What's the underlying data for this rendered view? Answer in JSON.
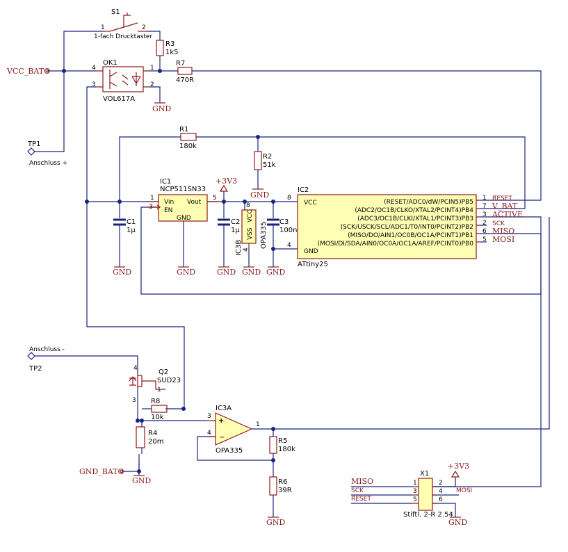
{
  "nets": {
    "vcc_bat": "VCC_BATO",
    "gnd_bat": "GND_BATO",
    "gnd": "GND",
    "v33": "+3V3",
    "reset": "RESET",
    "vbat": "V_BAT",
    "active": "ACTIVE",
    "sck": "SCK",
    "miso": "MISO",
    "mosi": "MOSI"
  },
  "testpoints": {
    "tp1": {
      "name": "TP1",
      "label": "Anschluss +"
    },
    "tp2": {
      "name": "TP2",
      "label": "Anschluss -"
    }
  },
  "parts": {
    "s1": {
      "ref": "S1",
      "value": "1-fach Drucktaster"
    },
    "ok1": {
      "ref": "OK1",
      "value": "VOL617A"
    },
    "r1": {
      "ref": "R1",
      "value": "180k"
    },
    "r2": {
      "ref": "R2",
      "value": "51k"
    },
    "r3": {
      "ref": "R3",
      "value": "1k5"
    },
    "r4": {
      "ref": "R4",
      "value": "20m"
    },
    "r5": {
      "ref": "R5",
      "value": "180k"
    },
    "r6": {
      "ref": "R6",
      "value": "39R"
    },
    "r7": {
      "ref": "R7",
      "value": "470R"
    },
    "r8": {
      "ref": "R8",
      "value": "10k"
    },
    "c1": {
      "ref": "C1",
      "value": "1µ"
    },
    "c2": {
      "ref": "C2",
      "value": "1µ"
    },
    "c3": {
      "ref": "C3",
      "value": "100n"
    },
    "ic1": {
      "ref": "IC1",
      "value": "NCP511SN33",
      "vin": "Vin",
      "en": "EN",
      "vout": "Vout",
      "gnd": "GND"
    },
    "ic2": {
      "ref": "IC2",
      "value": "ATtiny25",
      "vcc": "VCC",
      "gnd": "GND"
    },
    "ic3a": {
      "ref": "IC3A",
      "value": "OPA335"
    },
    "ic3b": {
      "ref": "IC3B",
      "value": "OPA335",
      "vcc": "VCC",
      "vss": "VSS"
    },
    "q2": {
      "ref": "Q2",
      "value": "SUD23"
    },
    "x1": {
      "ref": "X1",
      "value": "Stiftl. 2-R 2.54"
    }
  },
  "ic2_pins": [
    {
      "num": "1",
      "label": "(RESET/ADC0/dW/PCIN5)PB5"
    },
    {
      "num": "7",
      "label": "(ADC2/OC1B/CLKO/XTAL2/PCINT4)PB4"
    },
    {
      "num": "3",
      "label": "(ADC3/OC1B/CLKI/XTAL1/PCINT3)PB3"
    },
    {
      "num": "2",
      "label": "(SCK/USCK/SCL/ADC1/T0/INT0/PCINT2)PB2"
    },
    {
      "num": "6",
      "label": "(MISO/DO/AIN1/OC0B/OC1A/PCINT1)PB1"
    },
    {
      "num": "5",
      "label": "(MOSI/DI/SDA/AIN0/OC0A/OC1A/AREF/PCINT0)PB0"
    }
  ],
  "pin_numbers": {
    "s1_1": "1",
    "s1_2": "2",
    "ok1_1": "1",
    "ok1_2": "2",
    "ok1_3": "3",
    "ok1_4": "4",
    "ic1_1": "1",
    "ic1_3": "3",
    "ic1_5": "5",
    "ic2_8": "8",
    "ic2_4": "4",
    "ic3b_8": "8",
    "ic3b_4": "4",
    "ic3a_1": "1",
    "ic3a_3": "3",
    "ic3a_4": "4",
    "q2_1": "1",
    "q2_3": "3",
    "q2_4": "4",
    "x1_1": "1",
    "x1_2": "2",
    "x1_3": "3",
    "x1_4": "4",
    "x1_5": "5",
    "x1_6": "6"
  }
}
